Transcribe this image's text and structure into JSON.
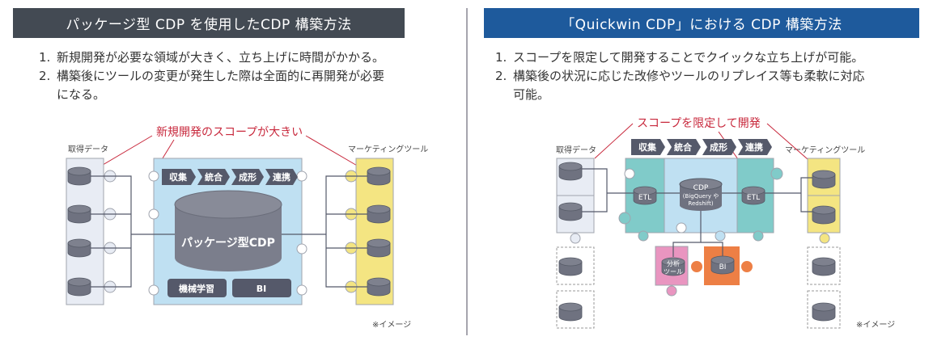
{
  "left": {
    "title": "パッケージ型 CDP を使用したCDP 構築方法",
    "points": [
      {
        "num": "1.",
        "text": "新規開発が必要な領域が大きく、立ち上げに時間がかかる。"
      },
      {
        "num": "2.",
        "text": "構築後にツールの変更が発生した際は全面的に再開発が必要になる。"
      }
    ],
    "diagram": {
      "callout": "新規開発のスコープが大きい",
      "source_label": "取得データ",
      "target_label": "マーケティングツール",
      "process_steps": [
        "収集",
        "統合",
        "成形",
        "連携"
      ],
      "core_label": "パッケージ型CDP",
      "modules": [
        "機械学習",
        "BI"
      ],
      "note": "※イメージ"
    }
  },
  "right": {
    "title": "「Quickwin CDP」における CDP 構築方法",
    "points": [
      {
        "num": "1.",
        "text": "スコープを限定して開発することでクイックな立ち上げが可能。"
      },
      {
        "num": "2.",
        "text": "構築後の状況に応じた改修やツールのリプレイス等も柔軟に対応可能。"
      }
    ],
    "diagram": {
      "callout": "スコープを限定して開発",
      "source_label": "取得データ",
      "target_label": "マーケティングツール",
      "process_steps": [
        "収集",
        "統合",
        "成形",
        "連携"
      ],
      "etl_left": "ETL",
      "etl_right": "ETL",
      "core_line1": "CDP",
      "core_line2": "(BigQuery や",
      "core_line3": "Redshift)",
      "analysis_line1": "分析",
      "analysis_line2": "ツール",
      "bi_label": "BI",
      "note": "※イメージ"
    }
  },
  "colors": {
    "left_header": "#434a53",
    "right_header": "#1e5a9c",
    "callout": "#c8283c",
    "source_piece": "#e8ecf4",
    "core_piece": "#bfe0f2",
    "target_piece": "#f4e582",
    "etl_piece": "#80cbc9",
    "analysis_piece": "#e995c0",
    "bi_piece": "#ed7f45",
    "database": "#6f7280"
  }
}
